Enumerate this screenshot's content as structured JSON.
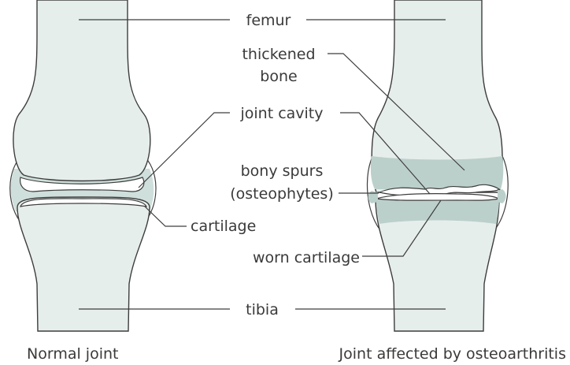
{
  "labels": {
    "femur": "femur",
    "thickened_bone_line1": "thickened",
    "thickened_bone_line2": "bone",
    "joint_cavity": "joint cavity",
    "bony_spurs_line1": "bony spurs",
    "bony_spurs_line2": "(osteophytes)",
    "cartilage": "cartilage",
    "worn_cartilage": "worn cartilage",
    "tibia": "tibia"
  },
  "captions": {
    "normal": "Normal joint",
    "affected": "Joint affected by osteoarthritis"
  },
  "colors": {
    "bone_fill": "#e6eeec",
    "synovial_fill": "#cfdfdb",
    "outline": "#3d3d3d",
    "text": "#3a3a3a"
  }
}
